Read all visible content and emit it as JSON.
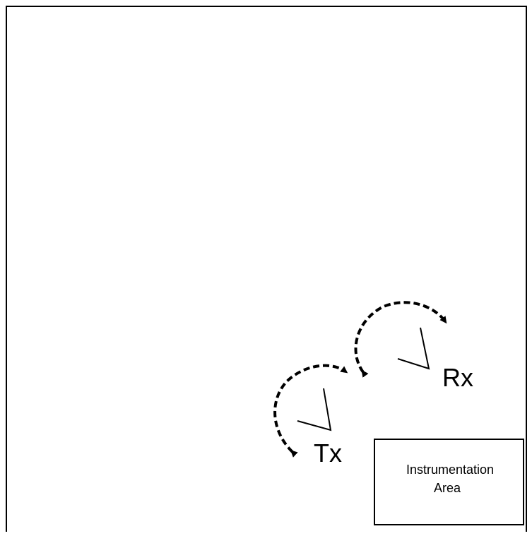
{
  "diagram": {
    "transmitter_label": "Tx",
    "receiver_label": "Rx",
    "instrumentation_area": {
      "line1": "Instrumentation",
      "line2": "Area"
    }
  }
}
